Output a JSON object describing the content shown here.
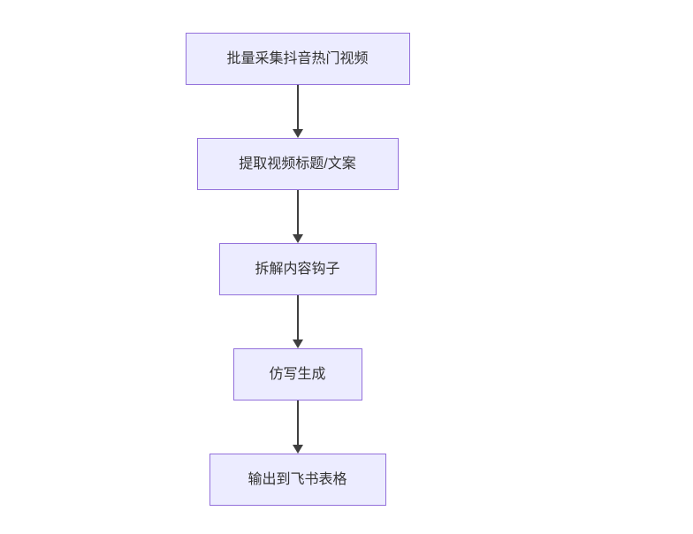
{
  "diagram": {
    "type": "flowchart",
    "direction": "top-down",
    "nodes": [
      {
        "id": "step-1",
        "label": "批量采集抖音热门视频"
      },
      {
        "id": "step-2",
        "label": "提取视频标题/文案"
      },
      {
        "id": "step-3",
        "label": "拆解内容钩子"
      },
      {
        "id": "step-4",
        "label": "仿写生成"
      },
      {
        "id": "step-5",
        "label": "输出到飞书表格"
      }
    ],
    "edges": [
      {
        "from": "step-1",
        "to": "step-2"
      },
      {
        "from": "step-2",
        "to": "step-3"
      },
      {
        "from": "step-3",
        "to": "step-4"
      },
      {
        "from": "step-4",
        "to": "step-5"
      }
    ],
    "colors": {
      "background": "#ffffff",
      "node_fill": "#ECECFF",
      "node_border": "#9370DB",
      "text": "#333333",
      "arrow": "#3f3f3f"
    }
  }
}
